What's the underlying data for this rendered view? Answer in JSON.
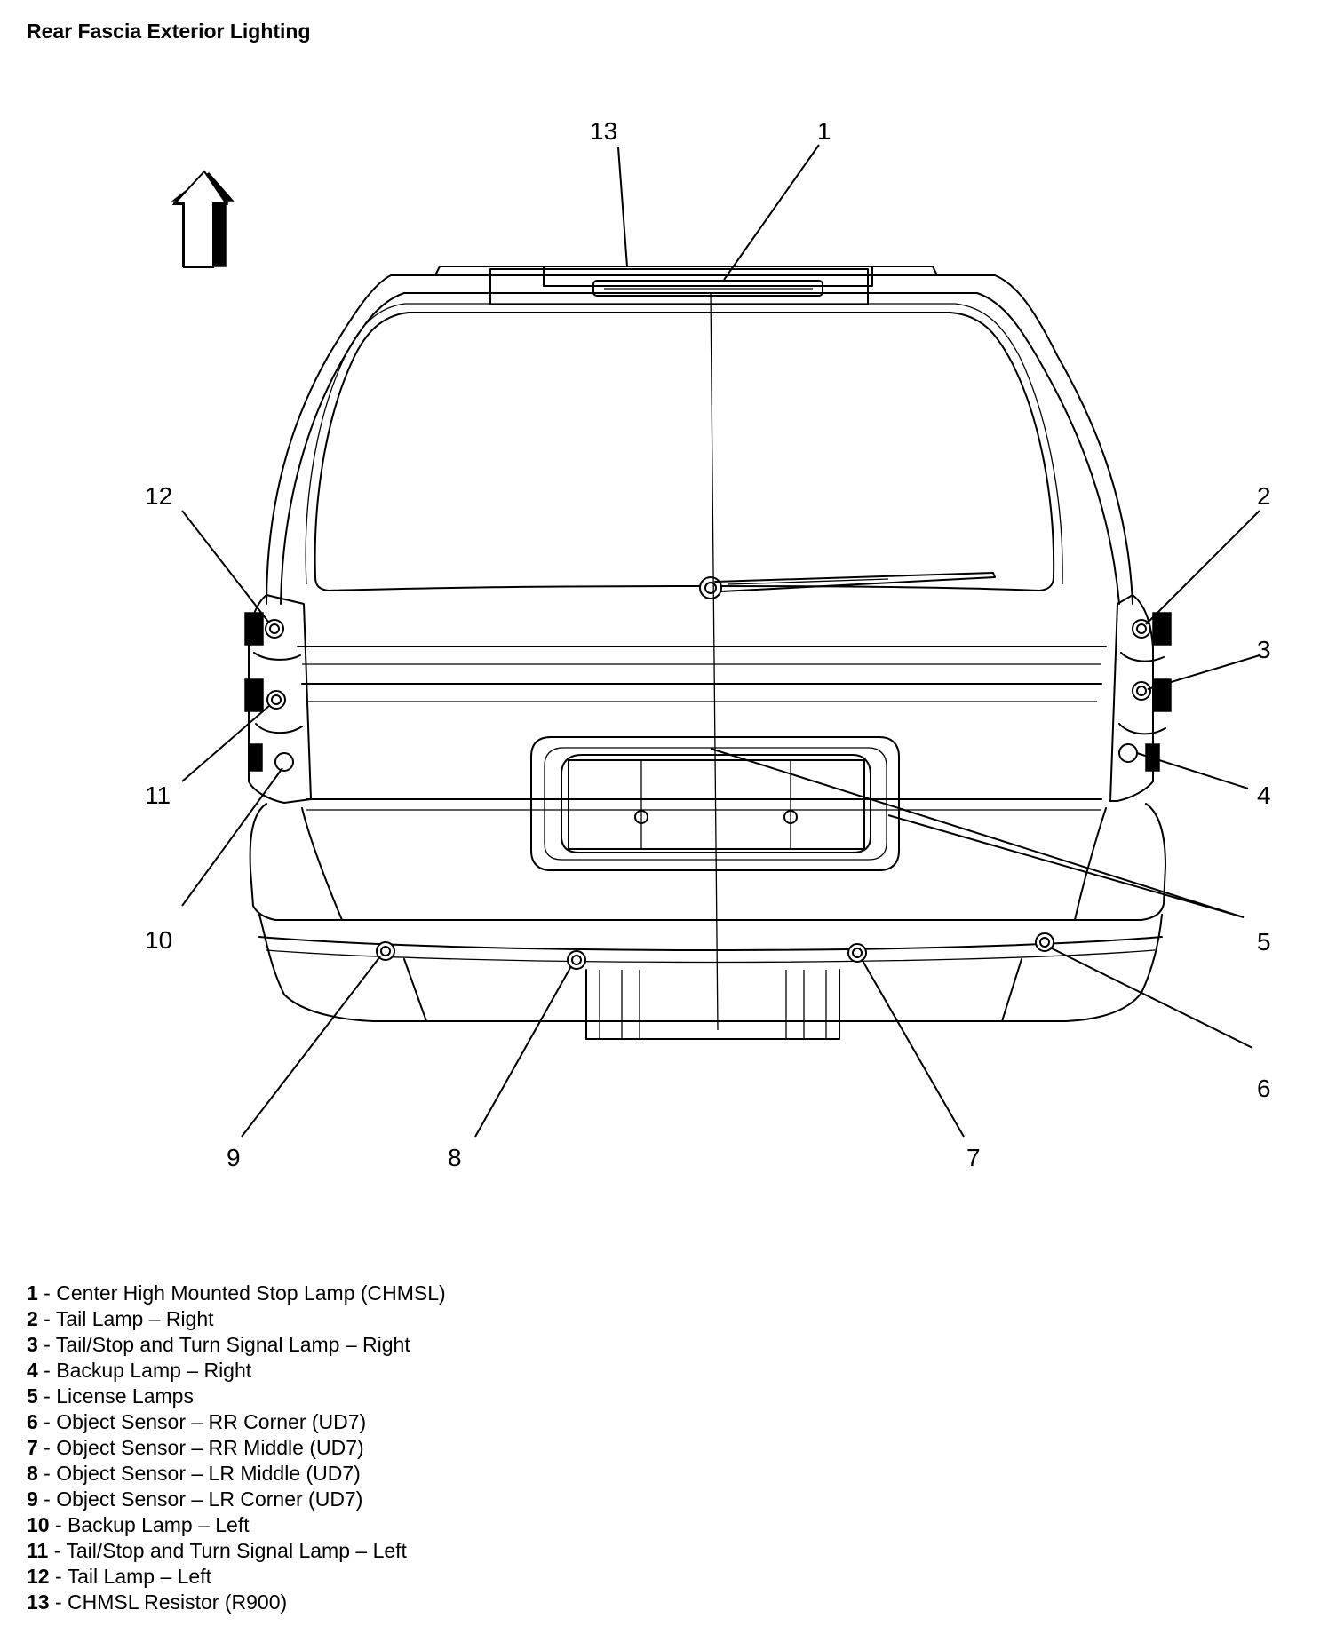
{
  "title": "Rear Fascia Exterior Lighting",
  "callouts": [
    "1",
    "2",
    "3",
    "4",
    "5",
    "6",
    "7",
    "8",
    "9",
    "10",
    "11",
    "12",
    "13"
  ],
  "legend": [
    {
      "num": "1",
      "text": "Center High Mounted Stop Lamp (CHMSL)"
    },
    {
      "num": "2",
      "text": "Tail Lamp – Right"
    },
    {
      "num": "3",
      "text": "Tail/Stop and Turn Signal Lamp – Right"
    },
    {
      "num": "4",
      "text": "Backup Lamp – Right"
    },
    {
      "num": "5",
      "text": "License Lamps"
    },
    {
      "num": "6",
      "text": "Object Sensor – RR Corner (UD7)"
    },
    {
      "num": "7",
      "text": "Object Sensor – RR Middle (UD7)"
    },
    {
      "num": "8",
      "text": "Object Sensor – LR Middle (UD7)"
    },
    {
      "num": "9",
      "text": "Object Sensor – LR Corner (UD7)"
    },
    {
      "num": "10",
      "text": "Backup Lamp – Left"
    },
    {
      "num": "11",
      "text": "Tail/Stop and Turn Signal Lamp – Left"
    },
    {
      "num": "12",
      "text": "Tail Lamp – Left"
    },
    {
      "num": "13",
      "text": "CHMSL Resistor (R900)"
    }
  ]
}
